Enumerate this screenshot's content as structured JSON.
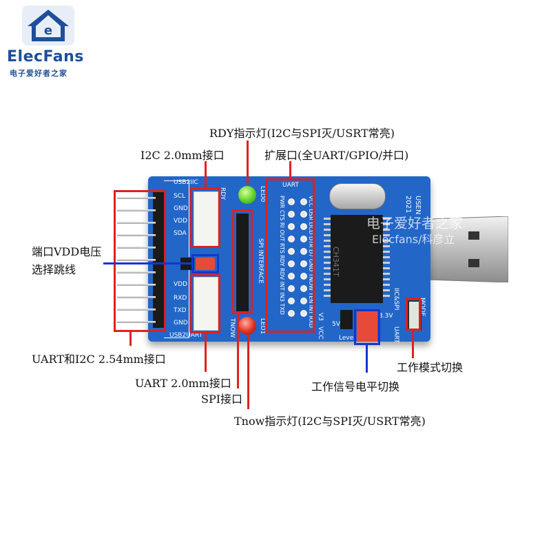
{
  "logo": {
    "brand": "ElecFans",
    "tagline": "电子爱好者之家"
  },
  "watermark": {
    "line1": "电子爱好者之家",
    "line2": "Elecfans/科彦立"
  },
  "annotations": {
    "rdy_led": "RDY指示灯(I2C与SPI灭/USRT常亮)",
    "i2c_port": "I2C 2.0mm接口",
    "expansion_port": "扩展口(全UART/GPIO/并口)",
    "vdd_select_line1": "端口VDD电压",
    "vdd_select_line2": "选择跳线",
    "uart_i2c_254": "UART和I2C 2.54mm接口",
    "uart_port": "UART 2.0mm接口",
    "spi_port": "SPI接口",
    "tnow_led": "Tnow指示灯(I2C与SPI灭/USRT常亮)",
    "work_mode": "工作模式切换",
    "signal_level": "工作信号电平切换"
  },
  "silkscreen": {
    "usb2iic": "USB2IIC",
    "usb2uart": "USB2UART",
    "scl": "SCL",
    "gnd1": "GND",
    "vdd1": "VDD",
    "sda": "SDA",
    "vdd2": "VDD",
    "rxd": "RXD",
    "txd": "TXD",
    "gnd2": "GND",
    "rdy": "RDY",
    "led0": "LED0",
    "led1": "LED1",
    "tnow": "TNOW",
    "uart_hdr": "UART",
    "spi_interface": "SPI INTERFACE",
    "usen": "USEN",
    "year": "2021",
    "chip": "CH341T",
    "v3": "V3",
    "vcc": "VCC",
    "five_v": "5V",
    "three_v": "3.3V",
    "level": "Level",
    "uart_mode": "UART",
    "iic_spi": "IIC&SPI",
    "mode": "MODE",
    "exp_col1": "PWR CTS RI OUT RTS RDY RDV INT IN3 TXD",
    "exp_col2": "VCC DSR DCD DTR D7 GND TNOW TEN INT RXD"
  }
}
